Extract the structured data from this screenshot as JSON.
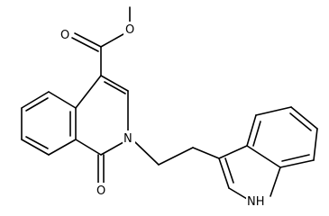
{
  "atom_labels": {
    "O": "O",
    "N": "N",
    "NH": "NH"
  }
}
